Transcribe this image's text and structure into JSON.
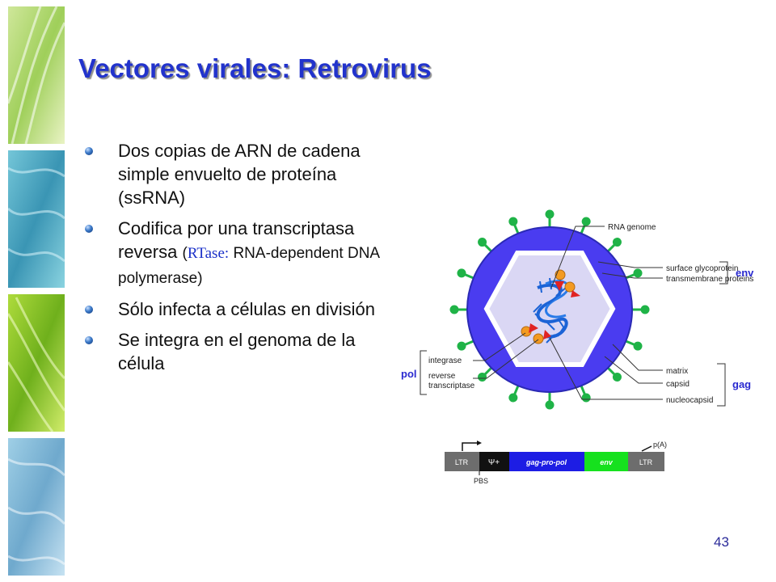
{
  "slide": {
    "title": "Vectores virales: Retrovirus",
    "page_number": "43"
  },
  "bullets": [
    {
      "text": "Dos copias de ARN de cadena simple envuelto de proteína (ssRNA)"
    },
    {
      "text_main": "Codifica por una transcriptasa reversa",
      "paren_open": "(",
      "accent": "RTase:",
      "rest": " RNA-dependent DNA polymerase)"
    },
    {
      "text": "Sólo infecta a células en división"
    },
    {
      "text": "Se integra en el genoma de la célula"
    }
  ],
  "virion": {
    "labels": {
      "rna_genome": "RNA genome",
      "surface_glycoprotein": "surface glycoprotein",
      "transmembrane_proteins": "transmembrane proteins",
      "env": "env",
      "integrase": "integrase",
      "reverse": "reverse",
      "transcriptase": "transcriptase",
      "pol": "pol",
      "matrix": "matrix",
      "capsid": "capsid",
      "nucleocapsid": "nucleocapsid",
      "gag": "gag"
    },
    "colors": {
      "envelope": "#4a3cf0",
      "capsid": "#dad7f4",
      "spike": "#1fb347",
      "rna": "#1b63d6",
      "enzyme_orange": "#f39a21",
      "enzyme_red": "#e02323"
    }
  },
  "genome_map": {
    "segments": [
      {
        "label": "LTR",
        "color": "#6d6d6d"
      },
      {
        "label": "Ψ+",
        "color": "#111111"
      },
      {
        "label": "gag-pro-pol",
        "color": "#1d1de4"
      },
      {
        "label": "env",
        "color": "#16e11e"
      },
      {
        "label": "LTR",
        "color": "#6d6d6d"
      }
    ],
    "pbs_label": "PBS",
    "polya_label": "p(A)"
  }
}
